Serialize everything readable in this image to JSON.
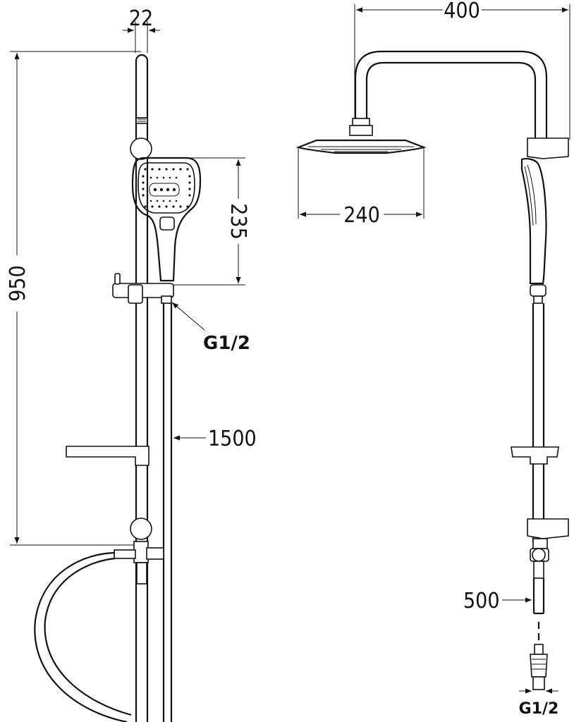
{
  "dimensions": {
    "rail_diameter": "22",
    "hand_shower_length": "235",
    "total_height": "950",
    "overhead_width": "400",
    "head_diameter": "240",
    "hose_length": "1500",
    "connector_length": "500"
  },
  "connections": {
    "left_thread": "G1/2",
    "right_thread": "G1/2"
  }
}
